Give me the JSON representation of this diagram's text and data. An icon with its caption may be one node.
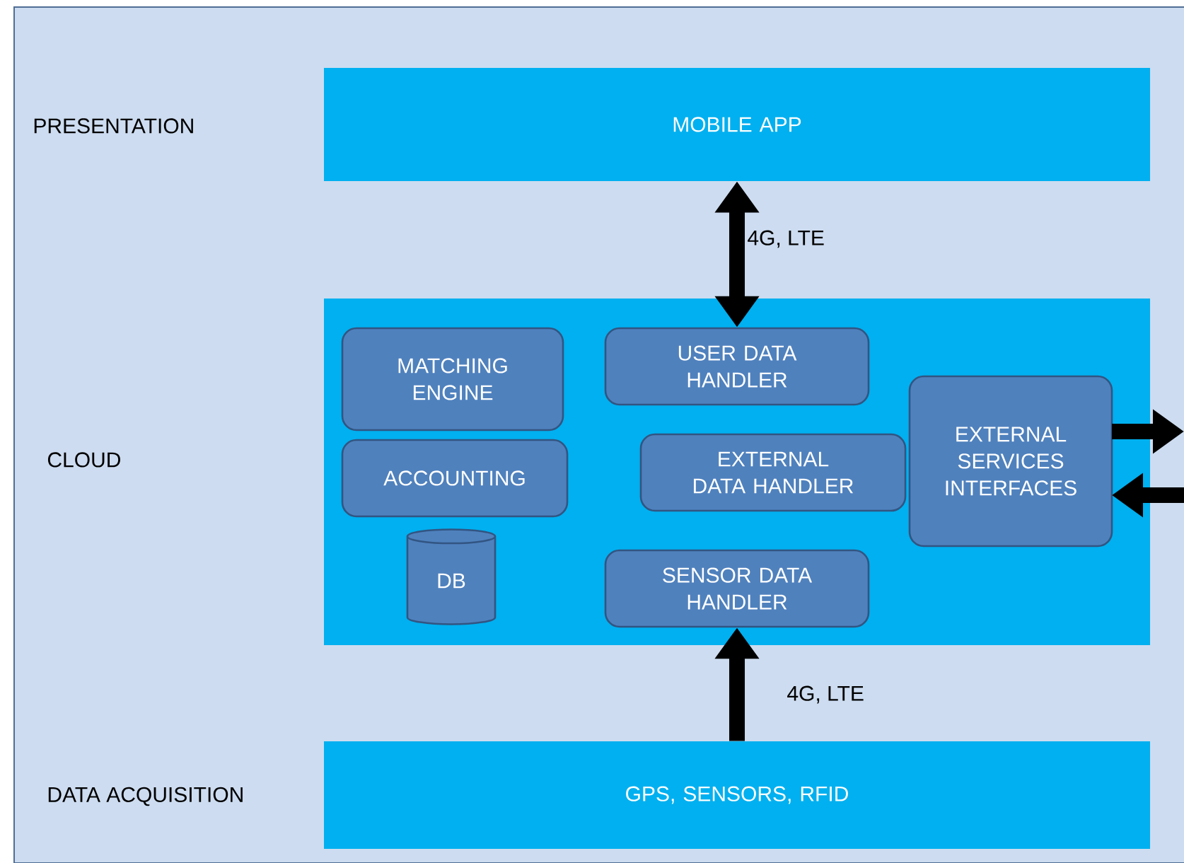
{
  "diagram": {
    "nodes": [
      {
        "text": [
          "MOBILE APP"
        ]
      },
      {
        "text": [],
        "shape": "box"
      },
      {
        "text": [
          "MATCHING ENGINE"
        ],
        "in": 1
      },
      {
        "text": [
          "USER DATA HANDLER"
        ],
        "in": 1
      },
      {
        "text": [
          "EXTERNAL SERVICES INTERFACES"
        ],
        "in": 1
      },
      {
        "text": [
          "ACCOUNTING"
        ],
        "in": 1
      },
      {
        "text": [
          "EXTERNAL DATA HANDLER"
        ],
        "in": 1
      },
      {
        "text": [
          "DB"
        ],
        "in": 1
      },
      {
        "text": [
          "SENSOR DATA HANDLER"
        ],
        "in": 1
      },
      {
        "text": [
          "GPS, SENSORS, RFID"
        ]
      }
    ],
    "edges": [
      {
        "from": 0,
        "to": 3,
        "arrow": "both",
        "label": "4G, LTE"
      },
      {
        "from": 9,
        "to": 8,
        "arrow": "to",
        "label": "4G, LTE"
      },
      {
        "from": 4,
        "to": null,
        "arrow": "to"
      },
      {
        "from": null,
        "to": 4,
        "arrow": "to"
      }
    ],
    "labels": [
      "PRESENTATION",
      "CLOUD",
      "DATA ACQUISITION"
    ]
  }
}
